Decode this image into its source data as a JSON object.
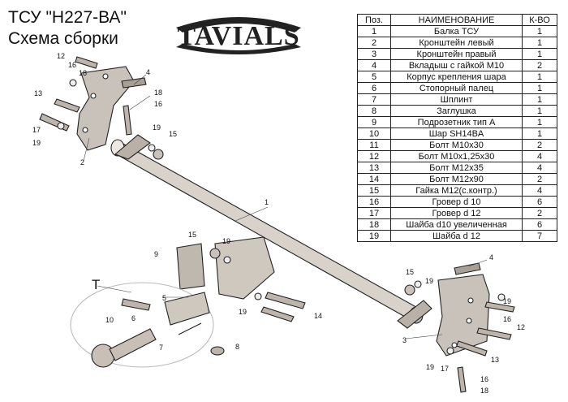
{
  "header": {
    "line1": "ТСУ  \"Н227-ВА\"",
    "line2": "Схема сборки"
  },
  "logo": {
    "text": "TAVIALS"
  },
  "table": {
    "columns": [
      "Поз.",
      "НАИМЕНОВАНИЕ",
      "К-ВО"
    ],
    "rows": [
      [
        "1",
        "Балка ТСУ",
        "1"
      ],
      [
        "2",
        "Кронштейн левый",
        "1"
      ],
      [
        "3",
        "Кронштейн правый",
        "1"
      ],
      [
        "4",
        "Вкладыш с гайкой М10",
        "2"
      ],
      [
        "5",
        "Корпус крепления шара",
        "1"
      ],
      [
        "6",
        "Стопорный палец",
        "1"
      ],
      [
        "7",
        "Шплинт",
        "1"
      ],
      [
        "8",
        "Заглушка",
        "1"
      ],
      [
        "9",
        "Подрозетник тип А",
        "1"
      ],
      [
        "10",
        "Шар SH14BA",
        "1"
      ],
      [
        "11",
        "Болт М10х30",
        "2"
      ],
      [
        "12",
        "Болт М10х1,25х30",
        "4"
      ],
      [
        "13",
        "Болт М12х35",
        "4"
      ],
      [
        "14",
        "Болт М12х90",
        "2"
      ],
      [
        "15",
        "Гайка М12(с.контр.)",
        "4"
      ],
      [
        "16",
        "Гровер d 10",
        "6"
      ],
      [
        "17",
        "Гровер d 12",
        "2"
      ],
      [
        "18",
        "Шайба d10 увеличенная",
        "6"
      ],
      [
        "19",
        "Шайба d 12",
        "7"
      ]
    ]
  },
  "callouts": {
    "n1": "1",
    "n2": "2",
    "n3": "3",
    "n4a": "4",
    "n4b": "4",
    "n5": "5",
    "n6": "6",
    "n7": "7",
    "n8": "8",
    "n9": "9",
    "n10": "10",
    "n12a": "12",
    "n12b": "12",
    "n13a": "13",
    "n13b": "13",
    "n14": "14",
    "n15a": "15",
    "n15b": "15",
    "n15c": "15",
    "n16a": "16",
    "n16b": "16",
    "n16c": "16",
    "n16d": "16",
    "n17a": "17",
    "n17b": "17",
    "n18a": "18",
    "n18b": "18",
    "n18c": "18",
    "n19a": "19",
    "n19b": "19",
    "n19c": "19",
    "n19d": "19",
    "n19e": "19",
    "n19f": "19",
    "n19g": "19",
    "kit": "T"
  }
}
